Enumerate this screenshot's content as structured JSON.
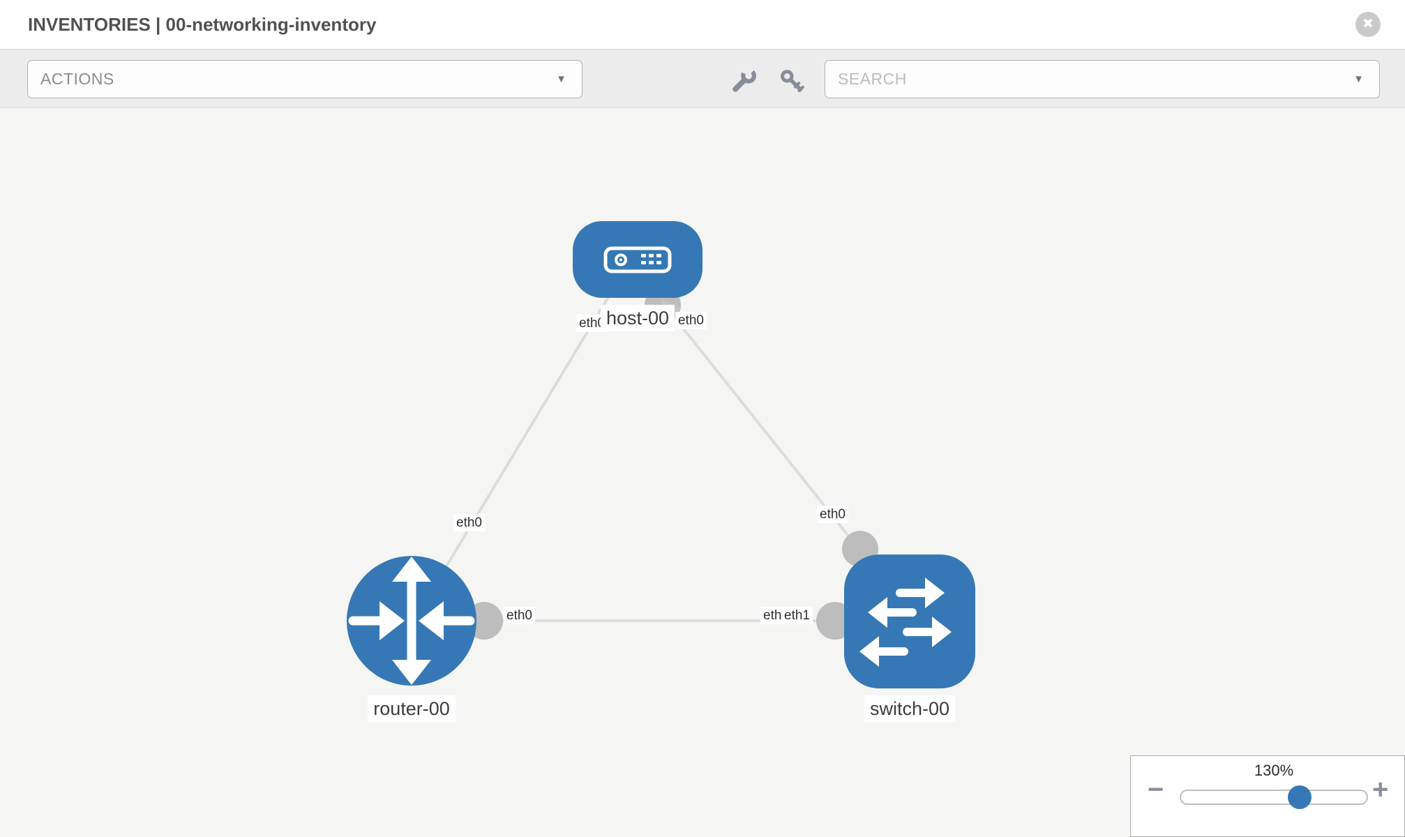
{
  "header": {
    "title": "INVENTORIES | 00-networking-inventory",
    "close_icon": "✖"
  },
  "toolbar": {
    "actions_label": "ACTIONS",
    "search_placeholder": "SEARCH",
    "caret_icon": "▼"
  },
  "topology": {
    "nodes": [
      {
        "label": "host-00",
        "type": "host",
        "icon": "server-icon"
      },
      {
        "label": "router-00",
        "type": "router",
        "icon": "router-arrows-icon"
      },
      {
        "label": "switch-00",
        "type": "switch",
        "icon": "switch-arrows-icon"
      }
    ],
    "links": [
      {
        "from": "host-00",
        "to": "router-00",
        "from_interface": "eth0",
        "to_interface": "eth0"
      },
      {
        "from": "host-00",
        "to": "switch-00",
        "from_interface": "eth0",
        "to_interface": "eth0"
      },
      {
        "from": "router-00",
        "to": "switch-00",
        "from_interface": "eth0",
        "to_interface": "eth1"
      }
    ],
    "overlapped_interface_label": "eth0"
  },
  "zoom_control": {
    "level": "130%",
    "minus_label": "−",
    "plus_label": "+"
  },
  "colors": {
    "node_blue": "#3578b5",
    "link_gray": "#dcdcdc",
    "endpoint_gray": "#bdbdbd",
    "arrowhead_gray": "#c3c3c3"
  }
}
